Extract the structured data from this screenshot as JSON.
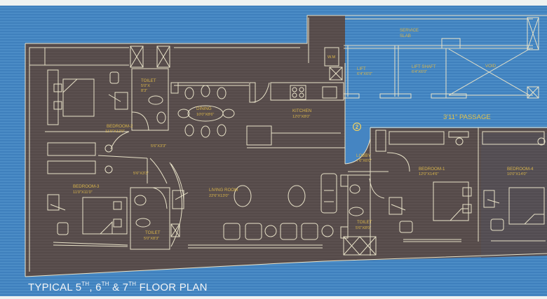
{
  "caption": {
    "prefix": "TYPICAL 5",
    "sup1": "TH",
    "mid1": ", 6",
    "sup2": "TH",
    "mid2": " & 7",
    "sup3": "TH",
    "suffix": " FLOOR PLAN"
  },
  "rooms": {
    "toilet_top": {
      "name": "TOILET",
      "dim1": "5'0\"X",
      "dim2": "8'3\""
    },
    "bedroom2": {
      "name": "BEDROOM-2",
      "dim": "11'0\"X12'0\""
    },
    "dining": {
      "name": "DINING",
      "dim": "10'0\"X8'6\""
    },
    "kitchen": {
      "name": "KITCHEN",
      "dim": "12'0\"X8'0\""
    },
    "wm": {
      "name": "W.M"
    },
    "service_slab": {
      "name1": "SERVICE",
      "name2": "SLAB"
    },
    "lift": {
      "name": "LIFT",
      "dim": "6'4\"X6'0\""
    },
    "lift_shaft": {
      "name": "LIFT SHAFT",
      "dim": "6'4\"X6'0\""
    },
    "void": {
      "name": "VOID"
    },
    "passage": {
      "name": "3'11\" PASSAGE"
    },
    "lobby": {
      "name": "LOBBY",
      "dim": "7'6\"X6'0\""
    },
    "passage_small1": {
      "dim": "5'6\"X3'3\""
    },
    "passage_small2": {
      "dim": "5'6\"X3'3\""
    },
    "bedroom3": {
      "name": "BEDROOM-3",
      "dim": "11'0\"X11'0\""
    },
    "living": {
      "name": "LIVING ROOM",
      "dim": "22'6\"X13'0\""
    },
    "toilet_bottom": {
      "name": "TOILET",
      "dim": "5'0\"X8'3\""
    },
    "toilet_right": {
      "name": "TOILET",
      "dim": "5'6\"X8'0\""
    },
    "bedroom1": {
      "name": "BEDROOM-1",
      "dim": "12'0\"X14'6\""
    },
    "bedroom4": {
      "name": "BEDROOM-4",
      "dim": "10'0\"X14'0\""
    }
  },
  "unit_marker": {
    "number": "2"
  },
  "colors": {
    "background_blue": "#4585c2",
    "floor_brown": "#5b504f",
    "line": "#e8e2c8",
    "label_gold": "#d9b54a",
    "caption_white": "#f2f4f6"
  }
}
